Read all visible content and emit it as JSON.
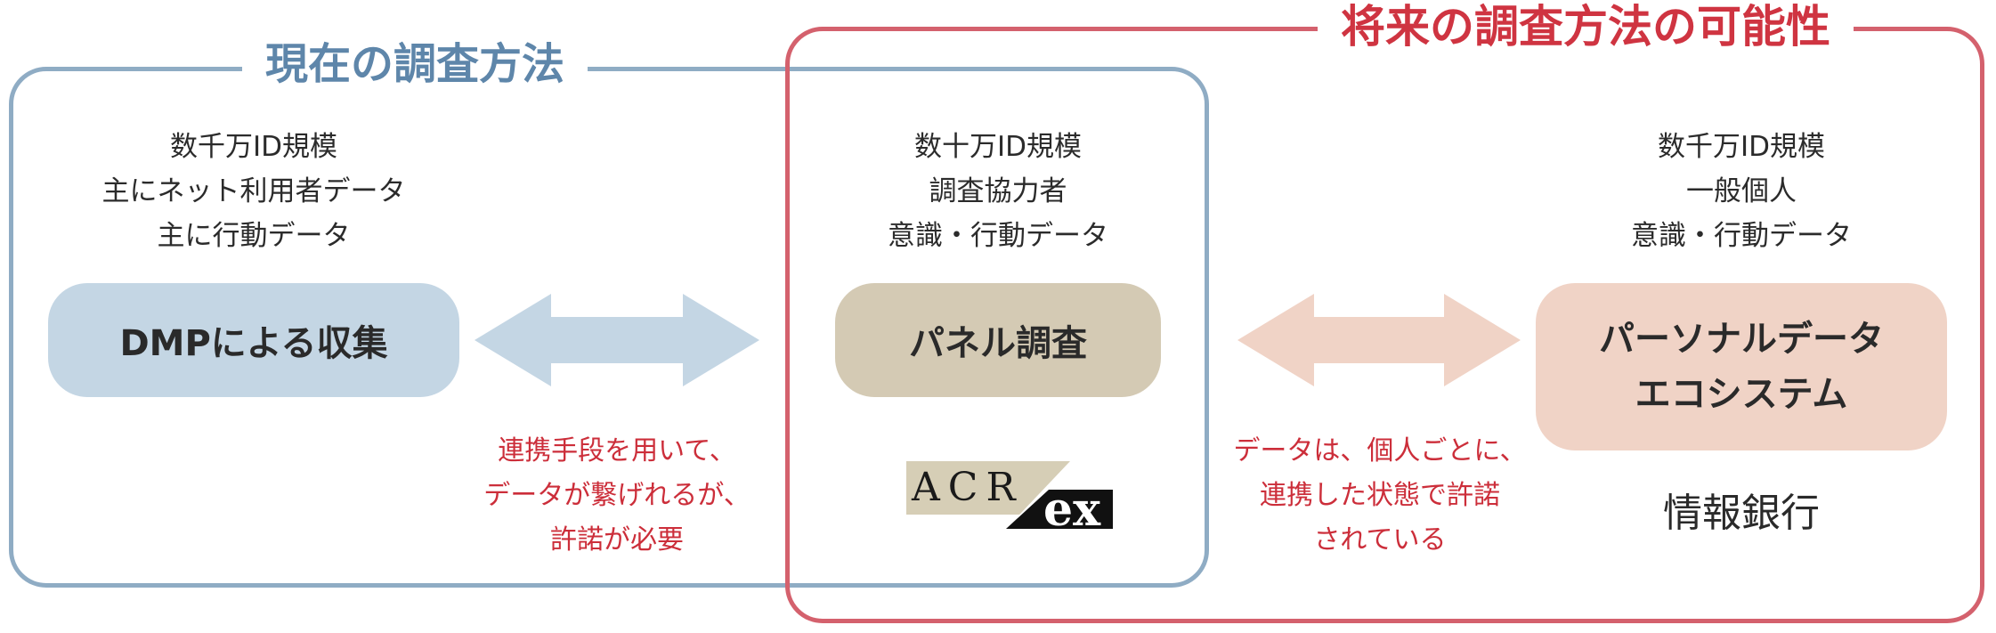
{
  "current_method": {
    "title": "現在の調査方法",
    "frame_color": "#8facc4",
    "title_color": "#5e86aa"
  },
  "future_method": {
    "title": "将来の調査方法の可能性",
    "frame_color": "#d4616d",
    "title_color": "#cf3441"
  },
  "dmp": {
    "desc": [
      "数千万ID規模",
      "主にネット利用者データ",
      "主に行動データ"
    ],
    "label": "DMPによる収集",
    "fill": "#c4d6e4"
  },
  "panel": {
    "desc": [
      "数十万ID規模",
      "調査協力者",
      "意識・行動データ"
    ],
    "label": "パネル調査",
    "fill": "#d4cab4",
    "logo": {
      "text": "ACR",
      "suffix": "ex"
    }
  },
  "personal": {
    "desc": [
      "数千万ID規模",
      "一般個人",
      "意識・行動データ"
    ],
    "label_lines": [
      "パーソナルデータ",
      "エコシステム"
    ],
    "fill": "#f0d3c6",
    "caption": "情報銀行"
  },
  "link_left": {
    "arrow_color": "#c4d6e4",
    "note": [
      "連携手段を用いて、",
      "データが繋げれるが、",
      "許諾が必要"
    ]
  },
  "link_right": {
    "arrow_color": "#f0d3c6",
    "note": [
      "データは、個人ごとに、",
      "連携した状態で許諾",
      "されている"
    ]
  },
  "note_color": "#cc2e3a"
}
